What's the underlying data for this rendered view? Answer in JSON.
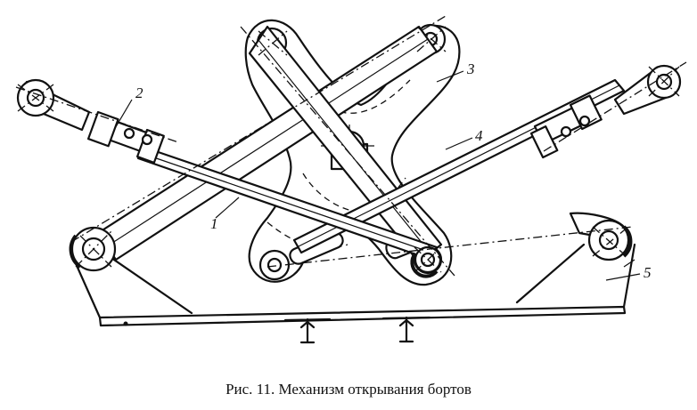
{
  "figure": {
    "labels": {
      "part_1": "1",
      "part_2": "2",
      "part_3": "3",
      "part_4": "4",
      "part_5": "5"
    },
    "caption": "Рис. 11. Механизм открывания бортов"
  }
}
